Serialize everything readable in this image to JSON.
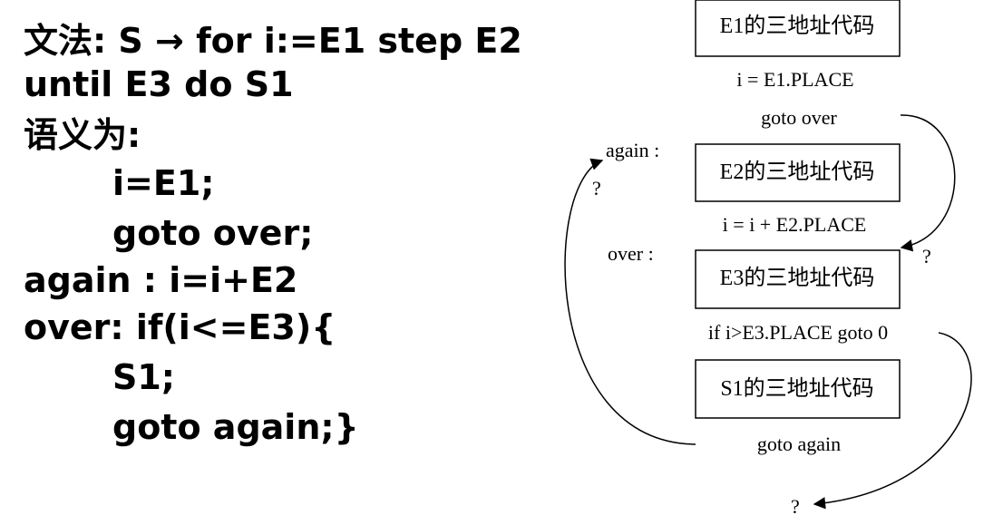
{
  "grammar": {
    "line1": "文法: S → for i:=E1 step E2",
    "line2": "until E3 do S1"
  },
  "semantics": {
    "heading": "语义为:",
    "lines": [
      "i=E1;",
      "goto over;",
      "again : i=i+E2",
      "over:   if(i<=E3){",
      "S1;",
      "goto again;}"
    ]
  },
  "diagram": {
    "boxes": [
      "E1的三地址代码",
      "E2的三地址代码",
      "E3的三地址代码",
      "S1的三地址代码"
    ],
    "labels": {
      "assign_e1": "i = E1.PLACE",
      "goto_over": "goto over",
      "again_label": "again :",
      "assign_incr": "i = i + E2.PLACE",
      "over_label": "over :",
      "cond": "if i>E3.PLACE  goto 0",
      "goto_again": "goto again",
      "q1": "?",
      "q2": "?",
      "q3": "?"
    }
  }
}
